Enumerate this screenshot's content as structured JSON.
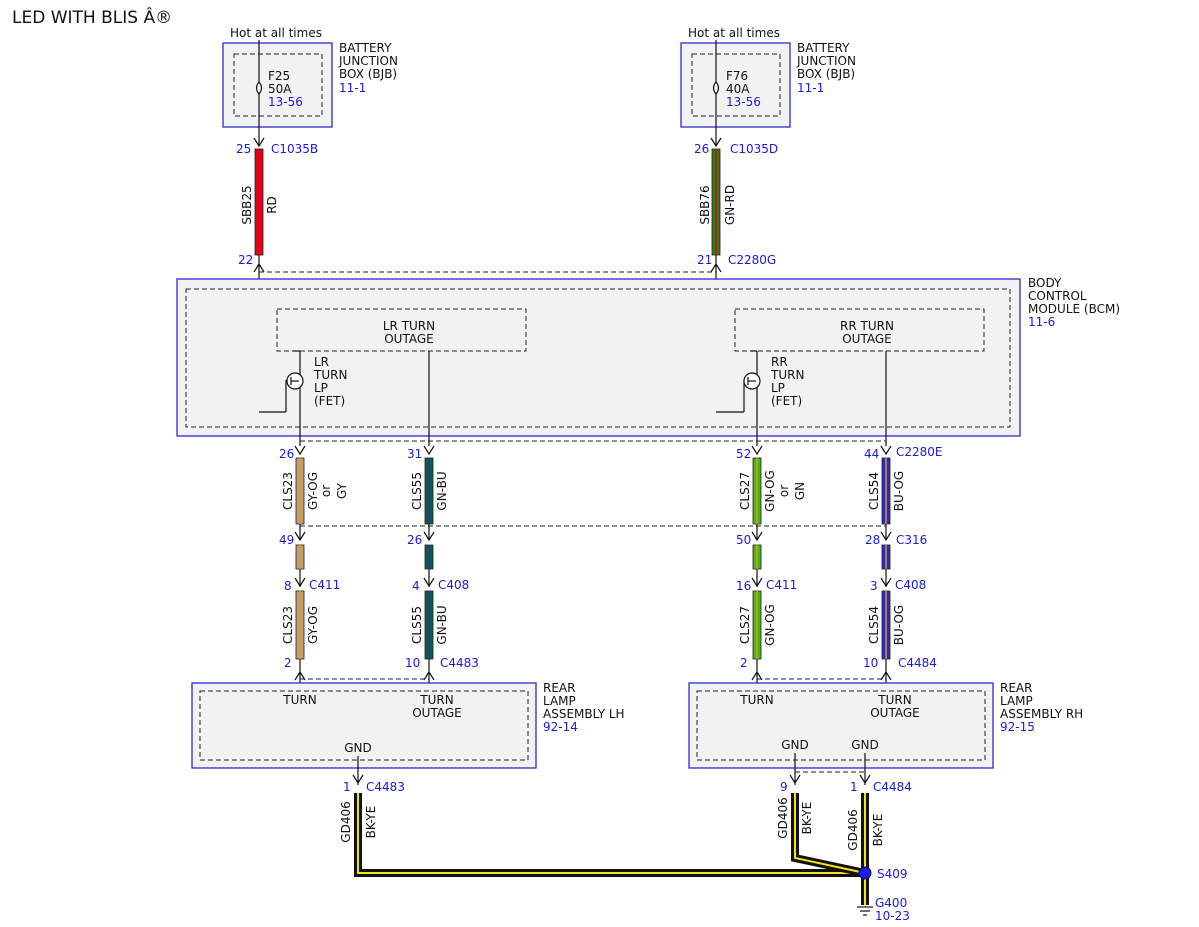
{
  "title": "LED WITH BLIS Â®",
  "colors": {
    "module_border": "#2a2ad6",
    "module_fill": "#f2f2f2",
    "ref_text": "#1a1adb",
    "wire_red": "#e3001b",
    "wire_green": "#2f7d1b",
    "wire_orange": "#e89a1f",
    "wire_gray": "#b8a07a",
    "wire_dark_green": "#0f5f3a",
    "wire_blue": "#2b2bc4",
    "wire_bright_green": "#48b51c",
    "wire_black": "#111111",
    "wire_yellow": "#f5e31a",
    "splice": "#1a1aff"
  },
  "bjb_left": {
    "hot": "Hot at all times",
    "name": [
      "BATTERY",
      "JUNCTION",
      "BOX (BJB)"
    ],
    "ref": "11-1",
    "fuse": "F25",
    "amps": "50A",
    "fuse_ref": "13-56",
    "pin": "25",
    "connector": "C1035B"
  },
  "bjb_right": {
    "hot": "Hot at all times",
    "name": [
      "BATTERY",
      "JUNCTION",
      "BOX (BJB)"
    ],
    "ref": "11-1",
    "fuse": "F76",
    "amps": "40A",
    "fuse_ref": "13-56",
    "pin": "26",
    "connector": "C1035D"
  },
  "wire_sbb25": {
    "circuit": "SBB25",
    "color": "RD"
  },
  "wire_sbb76": {
    "circuit": "SBB76",
    "color": "GN-RD"
  },
  "bcm": {
    "name": [
      "BODY",
      "CONTROL",
      "MODULE (BCM)"
    ],
    "ref": "11-6",
    "pin_left": "22",
    "pin_right": "21",
    "connector_top": "C2280G",
    "lr_outage": [
      "LR TURN",
      "OUTAGE"
    ],
    "rr_outage": [
      "RR TURN",
      "OUTAGE"
    ],
    "lr_fet": [
      "LR",
      "TURN",
      "LP",
      "(FET)"
    ],
    "rr_fet": [
      "RR",
      "TURN",
      "LP",
      "(FET)"
    ],
    "connector_bottom": "C2280E",
    "pins_bottom": [
      "26",
      "31",
      "52",
      "44"
    ]
  },
  "wires_upper": [
    {
      "circuit": "CLS23",
      "color": "GY-OG",
      "alt1": "or",
      "alt2": "GY"
    },
    {
      "circuit": "CLS55",
      "color": "GN-BU"
    },
    {
      "circuit": "CLS27",
      "color": "GN-OG",
      "alt1": "or",
      "alt2": "GN"
    },
    {
      "circuit": "CLS54",
      "color": "BU-OG"
    }
  ],
  "inline": {
    "pins_c316": [
      "49",
      "26",
      "50",
      "28"
    ],
    "c316": "C316",
    "pins_lower": [
      "8",
      "4",
      "16",
      "3"
    ],
    "c411": "C411",
    "c408": "C408"
  },
  "wires_lower": [
    {
      "circuit": "CLS23",
      "color": "GY-OG"
    },
    {
      "circuit": "CLS55",
      "color": "GN-BU"
    },
    {
      "circuit": "CLS27",
      "color": "GN-OG"
    },
    {
      "circuit": "CLS54",
      "color": "BU-OG"
    }
  ],
  "lamp_lh": {
    "pins_top": [
      "2",
      "10"
    ],
    "connector": "C4483",
    "turn": "TURN",
    "outage": [
      "TURN",
      "OUTAGE"
    ],
    "gnd": "GND",
    "name": [
      "REAR",
      "LAMP",
      "ASSEMBLY LH"
    ],
    "ref": "92-14",
    "gnd_pin": "1",
    "gnd_connector": "C4483"
  },
  "lamp_rh": {
    "pins_top": [
      "2",
      "10"
    ],
    "connector": "C4484",
    "turn": "TURN",
    "outage": [
      "TURN",
      "OUTAGE"
    ],
    "gnd1": "GND",
    "gnd2": "GND",
    "name": [
      "REAR",
      "LAMP",
      "ASSEMBLY RH"
    ],
    "ref": "92-15",
    "gnd_pins": [
      "9",
      "1"
    ],
    "gnd_connector": "C4484"
  },
  "ground_wire": {
    "circuit": "GD406",
    "color": "BK-YE"
  },
  "splice": "S409",
  "ground": {
    "name": "G400",
    "ref": "10-23"
  }
}
